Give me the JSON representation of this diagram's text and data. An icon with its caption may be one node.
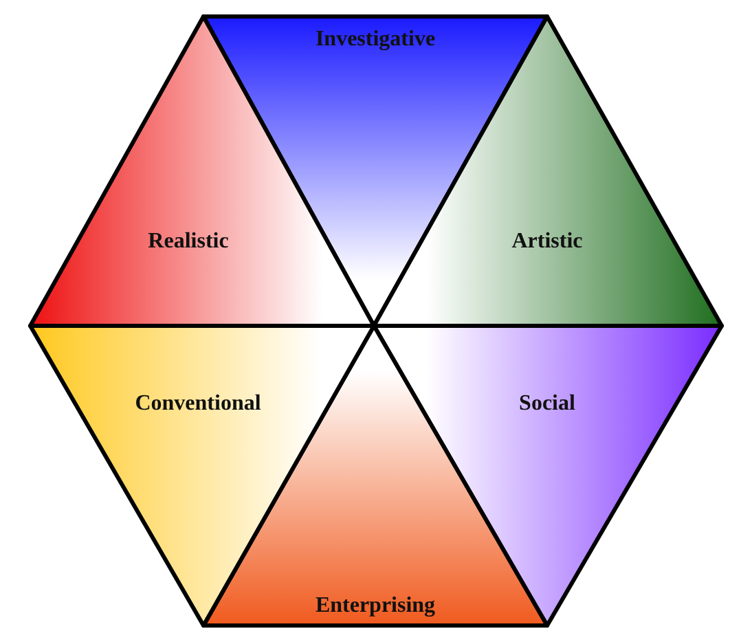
{
  "diagram": {
    "nodes": [
      {
        "text": [
          "Investigative"
        ]
      },
      {
        "text": [
          "Artistic"
        ]
      },
      {
        "text": [
          "Social"
        ]
      },
      {
        "text": [
          "Enterprising"
        ]
      },
      {
        "text": [
          "Conventional"
        ]
      },
      {
        "text": [
          "Realistic"
        ]
      }
    ]
  }
}
